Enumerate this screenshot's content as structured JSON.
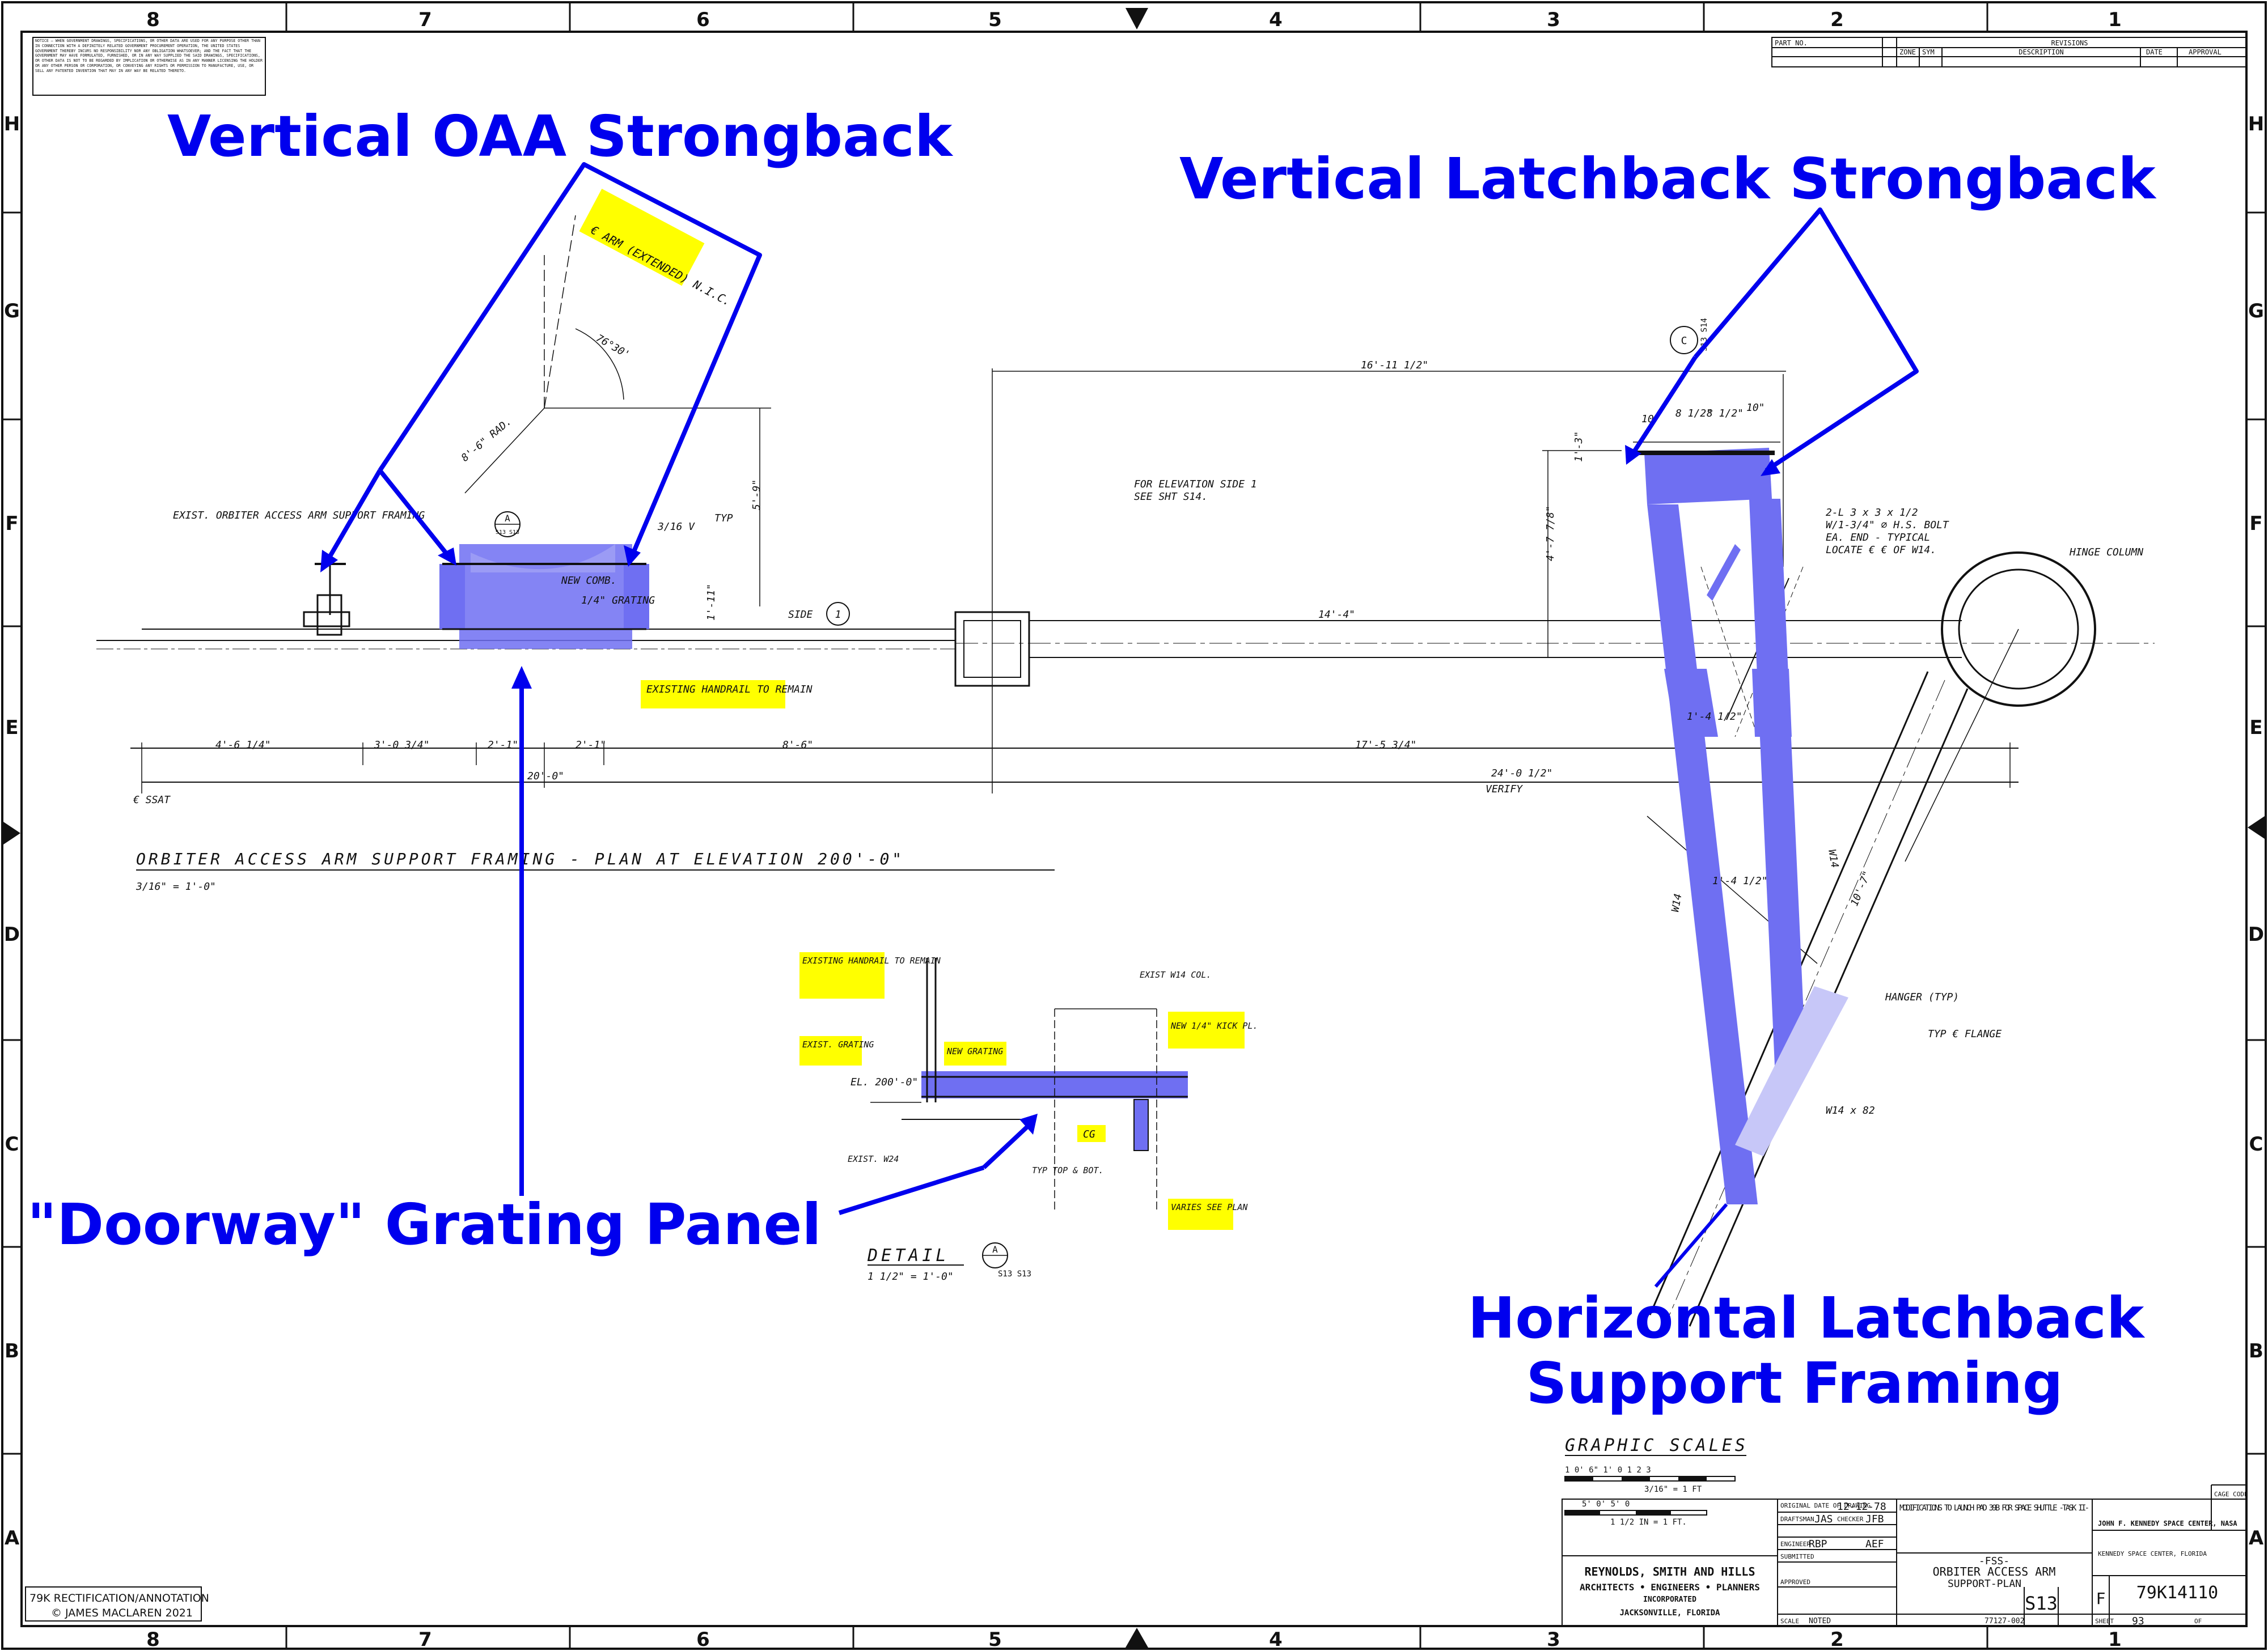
{
  "zones": {
    "top": [
      "8",
      "7",
      "6",
      "5",
      "4",
      "3",
      "2",
      "1"
    ],
    "bottom": [
      "8",
      "7",
      "6",
      "5",
      "4",
      "3",
      "2",
      "1"
    ],
    "side": [
      "H",
      "G",
      "F",
      "E",
      "D",
      "C",
      "B",
      "A"
    ]
  },
  "annotations": {
    "oaa_strongback": "Vertical OAA Strongback",
    "latchback_strongback": "Vertical Latchback Strongback",
    "doorway_grating": "\"Doorway\" Grating Panel",
    "horizontal_line1": "Horizontal Latchback",
    "horizontal_line2": "Support Framing"
  },
  "colors": {
    "annotation_blue": "#0000ee",
    "fill_blue": "#6f6ff2",
    "highlight": "#ffff00"
  },
  "plan": {
    "title": "ORBITER ACCESS ARM SUPPORT FRAMING - PLAN AT ELEVATION 200'-0\"",
    "scale": "3/16\" = 1'-0\"",
    "exist_framing": "EXIST. ORBITER ACCESS ARM SUPPORT FRAMING",
    "arm_extended": "€ ARM (EXTENDED) N.I.C.",
    "angle": "76°30'",
    "radius": "8'-6\" RAD.",
    "dim_5_9": "5'-9\"",
    "dim_1_11": "1'-11\"",
    "typ": "TYP",
    "weld": "3/16 V",
    "new_combo": "NEW COMB.",
    "grating": "1/4\" GRATING",
    "side": "SIDE",
    "side_num": "1",
    "existing_handrail": "EXISTING HANDRAIL TO REMAIN",
    "elevation_note1": "FOR ELEVATION SIDE 1",
    "elevation_note2": "SEE SHT S14.",
    "dim_16_11": "16'-11 1/2\"",
    "dim_14": "14'-4\"",
    "dim_4_6": "4'-6 1/4\"",
    "dim_3_0": "3'-0 3/4\"",
    "dim_2_1a": "2'-1\"",
    "dim_2_1b": "2'-1\"",
    "dim_8_6": "8'-6\"",
    "dim_17_5": "17'-5 3/4\"",
    "dim_20": "20'-0\"",
    "dim_24": "24'-0 1/2\"",
    "verify": "VERIFY",
    "ssat": "€ SSAT",
    "section_top": "A",
    "section_bottom": "S13 S13",
    "section_c": "C",
    "section_c_ref": "S13 S14",
    "dim_10a": "10\"",
    "dim_8a": "8 1/2\"",
    "dim_8b": "8 1/2\"",
    "dim_10b": "10\"",
    "dim_4_7": "4'-7 7/8\"",
    "dim_1_3": "1'-3\"",
    "dim_1_4": "1'-4 1/2\"",
    "dim_1_4b": "1'-4 1/2\"",
    "dim_10_7": "10'-7\"",
    "bolt_note1": "2-L 3 x 3 x 1/2",
    "bolt_note2": "W/1-3/4\" ∅ H.S. BOLT",
    "bolt_note3": "EA. END - TYPICAL",
    "bolt_note4": "LOCATE € € OF W14.",
    "hinge_column": "HINGE COLUMN",
    "hanger": "HANGER (TYP)",
    "typ_flange": "TYP € FLANGE",
    "w14x82": "W14 x 82",
    "w14a": "W14",
    "w14b": "W14"
  },
  "detail": {
    "existing_handrail": "EXISTING HANDRAIL TO REMAIN",
    "exist_grating": "EXIST. GRATING",
    "new_grating": "NEW GRATING",
    "exist_col": "EXIST W14 COL.",
    "kick_pl": "NEW 1/4\" KICK PL.",
    "el": "EL. 200'-0\"",
    "exist_w24": "EXIST. W24",
    "cg": "CG",
    "typ_top": "TYP TOP & BOT.",
    "varies": "VARIES SEE PLAN",
    "title": "DETAIL",
    "letter": "A",
    "ref": "S13 S13",
    "scale": "1 1/2\" = 1'-0\""
  },
  "graphic_scales": {
    "title": "GRAPHIC SCALES",
    "row1": "1 0' 6\" 1' 0       1       2       3",
    "row1_label": "3/16\" = 1 FT",
    "row2": "5'   0'  5'   0",
    "row2_label": "1 1/2 IN = 1 FT."
  },
  "title_block": {
    "part_no": "PART NO.",
    "revisions": "REVISIONS",
    "zone": "ZONE",
    "sym": "SYM",
    "description": "DESCRIPTION",
    "date": "DATE",
    "approval": "APPROVAL",
    "original_date_label": "ORIGINAL DATE OF DRAWING",
    "original_date": "12-12-78",
    "draftsman_label": "DRAFTSMAN",
    "draftsman": "JAS",
    "checker_label": "CHECKER",
    "checker": "JFB",
    "engineer_label": "ENGINEER",
    "engineer": "RBP",
    "checker2": "AEF",
    "submitted_label": "SUBMITTED",
    "approved_label": "APPROVED",
    "modifications": "MODIFICATIONS TO LAUNCH PAD 39B FOR SPACE SHUTTLE -TASK II-",
    "fss": "-FSS-",
    "drawing_title1": "ORBITER ACCESS ARM",
    "drawing_title2": "SUPPORT-PLAN",
    "center": "JOHN F. KENNEDY SPACE CENTER, NASA",
    "center2": "KENNEDY SPACE CENTER, FLORIDA",
    "scale_label": "SCALE",
    "scale": "NOTED",
    "job": "77127-002",
    "sheet_code": "S13",
    "size": "F",
    "drawing_no": "79K14110",
    "sheet_label": "SHEET",
    "sheet": "93",
    "of": "OF",
    "firm": "REYNOLDS, SMITH AND HILLS",
    "firm2": "ARCHITECTS • ENGINEERS • PLANNERS",
    "firm3": "INCORPORATED",
    "firm4": "JACKSONVILLE, FLORIDA",
    "cage_code": "CAGE CODE"
  },
  "notice": "NOTICE — WHEN GOVERNMENT DRAWINGS, SPECIFICATIONS, OR OTHER DATA ARE USED FOR ANY PURPOSE OTHER THAN IN CONNECTION WITH A DEFINITELY RELATED GOVERNMENT PROCUREMENT OPERATION, THE UNITED STATES GOVERNMENT THEREBY INCURS NO RESPONSIBILITY NOR ANY OBLIGATION WHATSOEVER; AND THE FACT THAT THE GOVERNMENT MAY HAVE FORMULATED, FURNISHED, OR IN ANY WAY SUPPLIED THE SAID DRAWINGS, SPECIFICATIONS, OR OTHER DATA IS NOT TO BE REGARDED BY IMPLICATION OR OTHERWISE AS IN ANY MANNER LICENSING THE HOLDER OR ANY OTHER PERSON OR CORPORATION, OR CONVEYING ANY RIGHTS OR PERMISSION TO MANUFACTURE, USE, OR SELL ANY PATENTED INVENTION THAT MAY IN ANY WAY BE RELATED THERETO.",
  "credit": {
    "line1": "79K RECTIFICATION/ANNOTATION",
    "line2": "© JAMES MACLAREN 2021"
  }
}
